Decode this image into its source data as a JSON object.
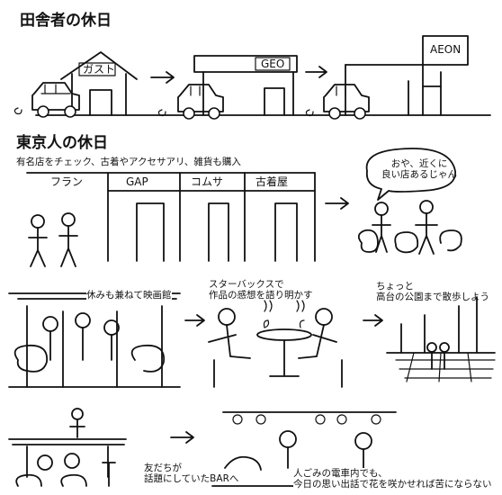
{
  "sections": {
    "rural": {
      "title": "田舎者の休日",
      "signs": [
        "ガスト",
        "GEO",
        "AEON"
      ]
    },
    "tokyo": {
      "title": "東京人の休日",
      "subtitle": "有名店をチェック、古着やアクセサアリ、雑貨も購入",
      "shop_signs": [
        "フラン",
        "GAP",
        "コムサ",
        "古着屋"
      ],
      "bubble": "おや、近くに\n良い店あるじゃん",
      "captions": {
        "movie": "休みも兼ねて映画館",
        "starbucks": "スターバックスで\n作品の感想を語り明かす",
        "park": "ちょっと\n高台の公園まで散歩しよう",
        "bar": "友だちが\n話題にしていたBARへ",
        "train": "人ごみの電車内でも、\n今日の思い出話で花を咲かせれば苦にならない"
      }
    }
  },
  "colors": {
    "ink": "#111111",
    "paper": "#ffffff"
  }
}
